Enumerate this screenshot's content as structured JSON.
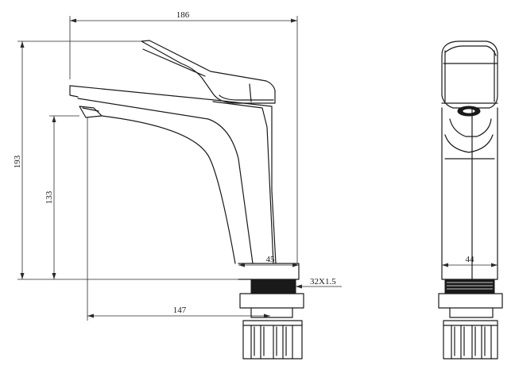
{
  "dimensions": {
    "overall_length": "186",
    "overall_height": "193",
    "spout_height": "133",
    "reach": "147",
    "base_width_side": "45",
    "base_width_front": "44",
    "thread": "32X1.5"
  }
}
